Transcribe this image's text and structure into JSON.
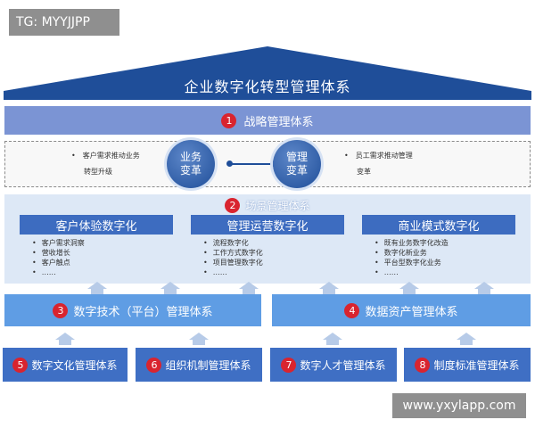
{
  "watermark_top": "TG: MYYJJPP",
  "watermark_bottom": "www.yxylapp.com",
  "roof_title": "企业数字化转型管理体系",
  "strategy": {
    "num": "1",
    "label": "战略管理体系"
  },
  "drivers": {
    "left_notes": [
      "客户需求推动业务",
      "转型升级"
    ],
    "business_circle": "业务变革",
    "management_circle": "管理变革",
    "right_notes": [
      "员工需求推动管理",
      "变革"
    ]
  },
  "scenario": {
    "num": "2",
    "label": "场景管理体系",
    "columns": [
      {
        "title": "客户体验数字化",
        "items": [
          "客户需求洞察",
          "营收增长",
          "客户触点",
          "……"
        ]
      },
      {
        "title": "管理运营数字化",
        "items": [
          "流程数字化",
          "工作方式数字化",
          "项目管理数字化",
          "……"
        ]
      },
      {
        "title": "商业模式数字化",
        "items": [
          "既有业务数字化改造",
          "数字化新业务",
          "平台型数字化业务",
          "……"
        ]
      }
    ]
  },
  "platform": [
    {
      "num": "3",
      "label": "数字技术（平台）管理体系"
    },
    {
      "num": "4",
      "label": "数据资产管理体系"
    }
  ],
  "foundation": [
    {
      "num": "5",
      "label": "数字文化管理体系"
    },
    {
      "num": "6",
      "label": "组织机制管理体系"
    },
    {
      "num": "7",
      "label": "数字人才管理体系"
    },
    {
      "num": "8",
      "label": "制度标准管理体系"
    }
  ],
  "colors": {
    "roof": "#1f4e99",
    "strategy_band": "#7b94d4",
    "scenario_header": "#3d6cc0",
    "platform_band": "#5f9de4",
    "foundation_band": "#3f6fc4",
    "number_badge": "#d9242f"
  }
}
